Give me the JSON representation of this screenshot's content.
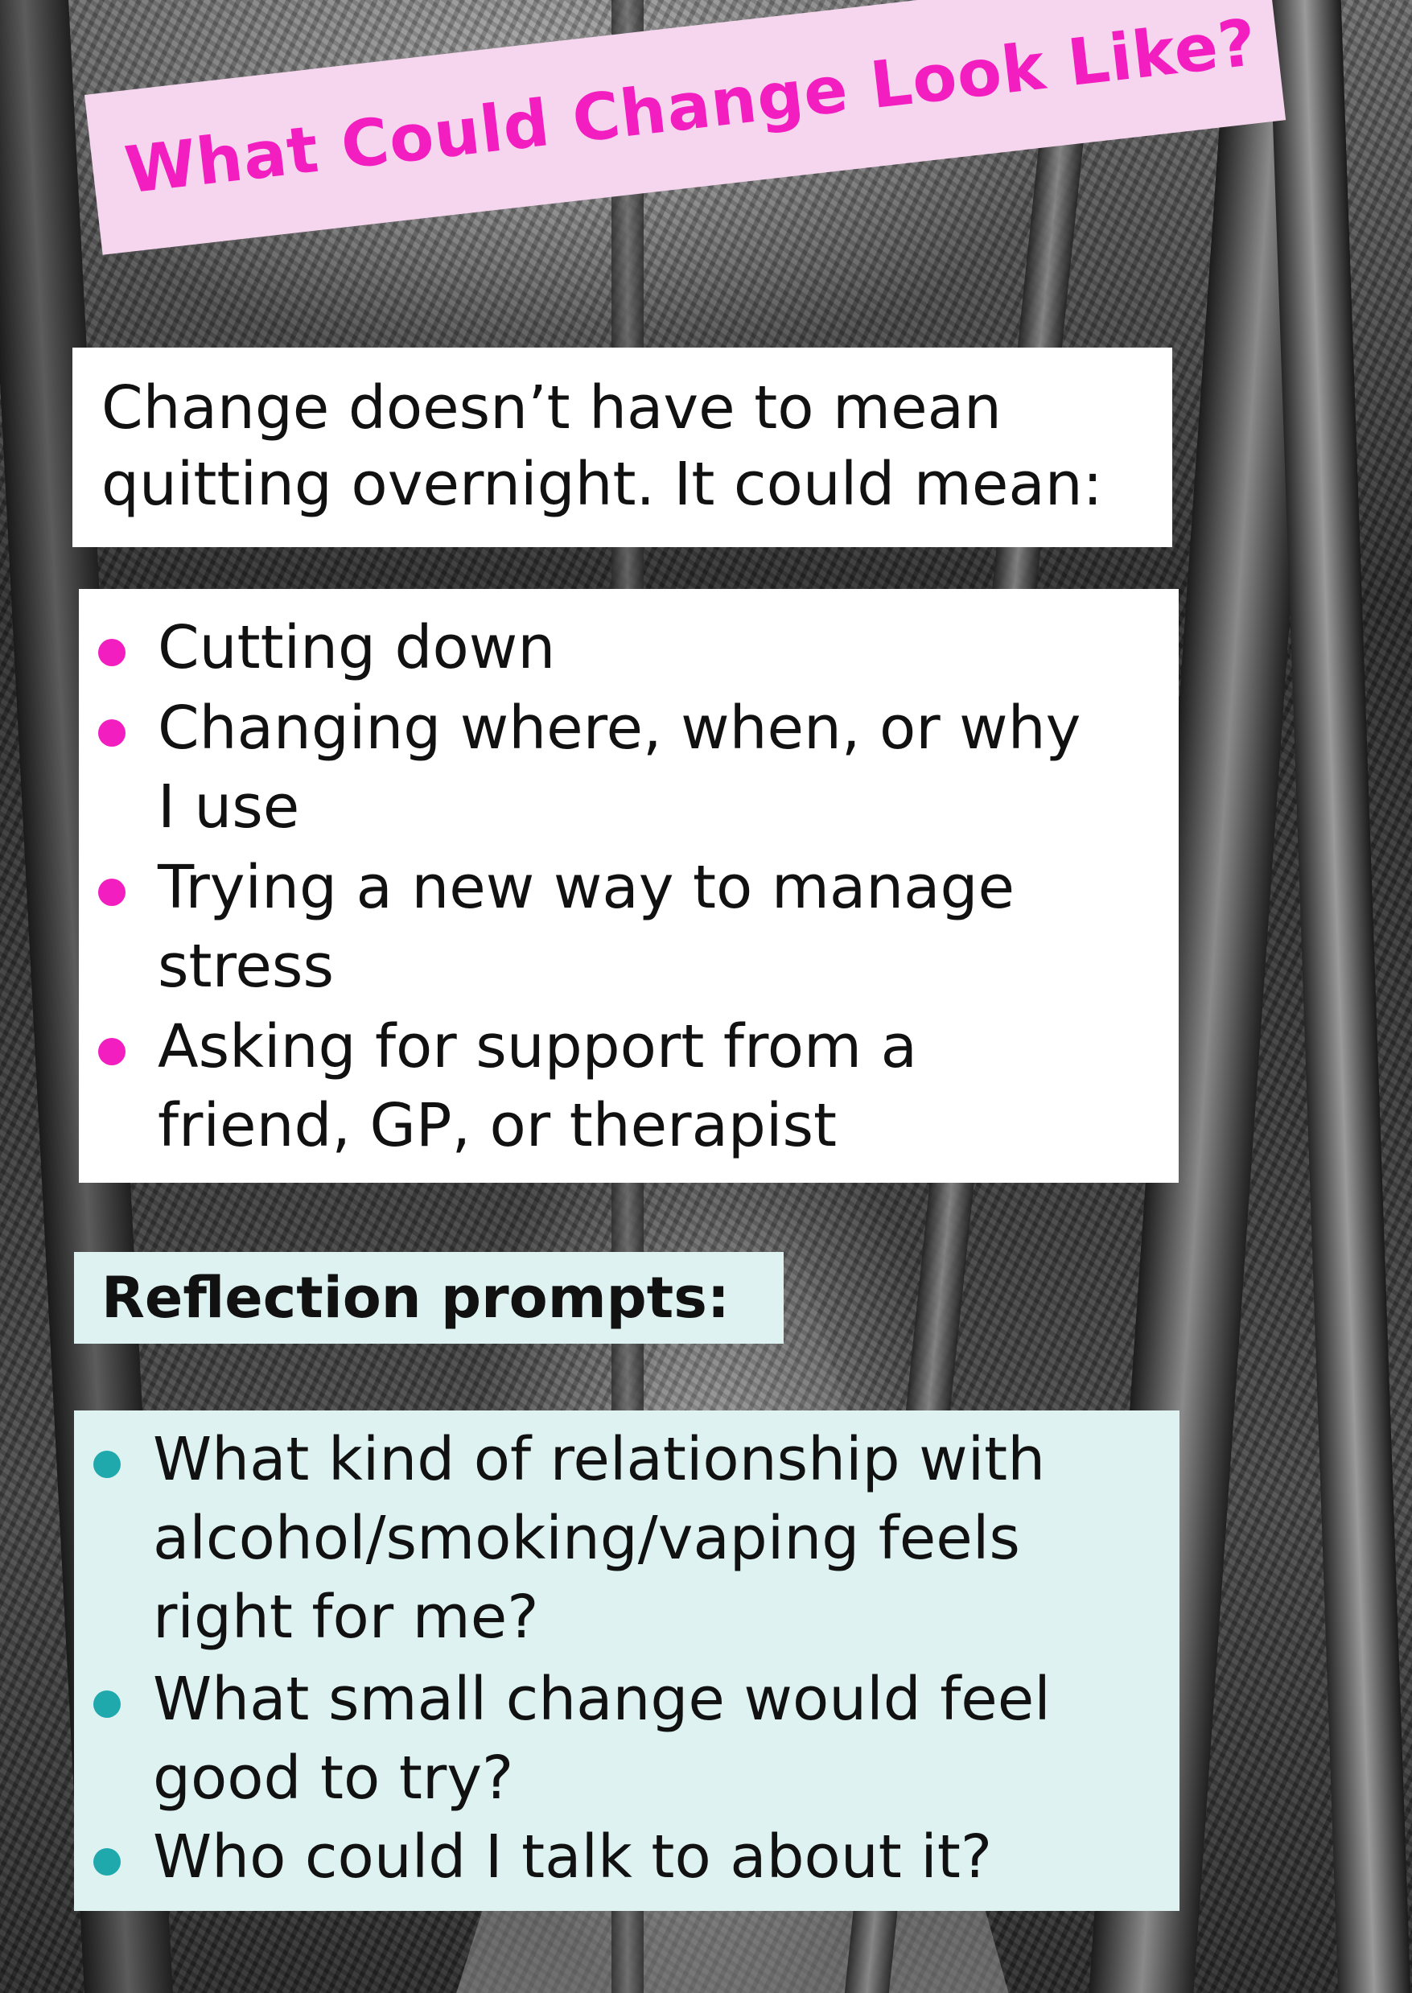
{
  "title": "What Could Change Look Like?",
  "intro": {
    "line1": "Change doesn’t have to mean",
    "line2": "quitting overnight. It could mean:"
  },
  "options": [
    {
      "text": "Cutting down"
    },
    {
      "text": "Changing where, when, or why\n I use"
    },
    {
      "text": "Trying a new way to manage\nstress"
    },
    {
      "text": "Asking for support from a\nfriend, GP, or therapist"
    }
  ],
  "reflection": {
    "heading": "Reflection prompts:",
    "prompts": [
      {
        "text": "What kind of relationship with\nalcohol/smoking/vaping feels\nright for me?"
      },
      {
        "text": "What small change would feel\ngood to try?"
      },
      {
        "text": "Who could I talk to about it?"
      }
    ]
  },
  "colors": {
    "title_text": "#f21ec0",
    "title_banner": "#f6d6ee",
    "bullet_pink": "#f21ec0",
    "bullet_teal": "#1fa9ad",
    "reflection_panel": "#def3f1"
  }
}
